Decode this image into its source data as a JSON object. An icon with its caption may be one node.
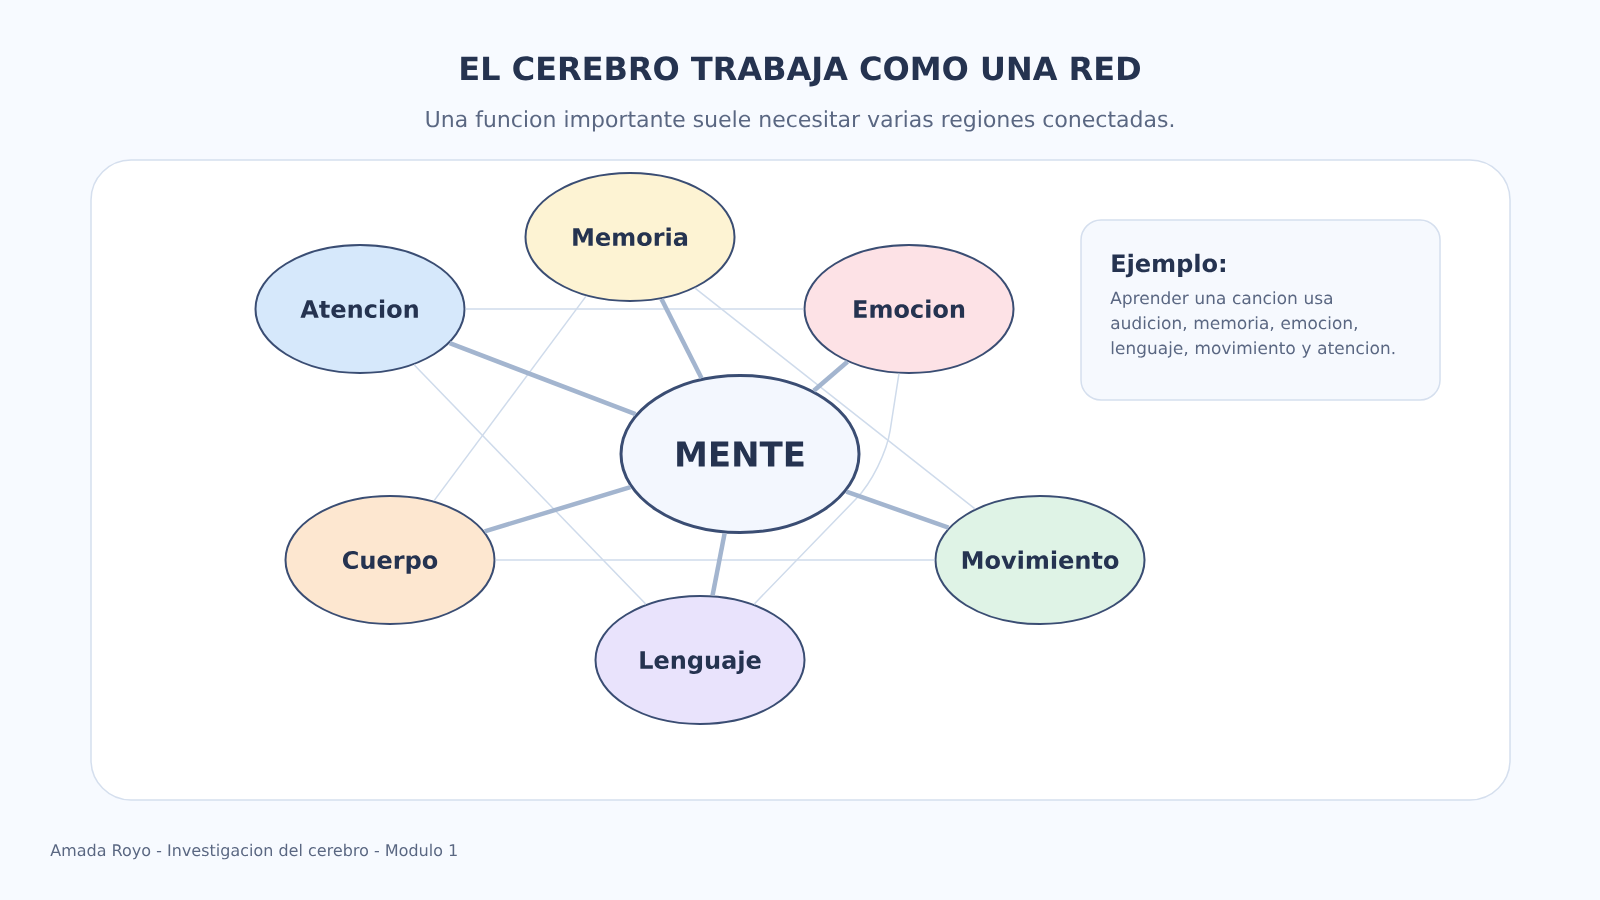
{
  "diagram": {
    "title": "EL CEREBRO TRABAJA COMO UNA RED",
    "nodes": [
      {
        "text": [
          "Atencion"
        ]
      },
      {
        "text": [
          "Memoria"
        ]
      },
      {
        "text": [
          "Emocion"
        ]
      },
      {
        "text": [
          "Ejemplo:",
          "Aprender una cancion usa audicion, memoria, emocion, lenguaje, movimiento y atencion."
        ]
      },
      {
        "text": [
          "MENTE"
        ]
      },
      {
        "text": [
          "Cuerpo"
        ]
      },
      {
        "text": [
          "Movimiento"
        ]
      },
      {
        "text": [
          "Lenguaje"
        ]
      }
    ],
    "edges": [
      {
        "from": 0,
        "to": 2,
        "arrow": "none"
      },
      {
        "from": 0,
        "to": 7,
        "arrow": "none"
      },
      {
        "from": 1,
        "to": 5,
        "arrow": "none"
      },
      {
        "from": 1,
        "to": 6,
        "arrow": "none"
      },
      {
        "from": 2,
        "to": 7,
        "arrow": "none"
      },
      {
        "from": 5,
        "to": 6,
        "arrow": "none"
      },
      {
        "from": 4,
        "to": 0,
        "arrow": "none",
        "style": "thick",
        "color": "#a3b5cf"
      },
      {
        "from": 4,
        "to": 1,
        "arrow": "none",
        "style": "thick",
        "color": "#a3b5cf"
      },
      {
        "from": 4,
        "to": 2,
        "arrow": "none",
        "style": "thick",
        "color": "#a3b5cf"
      },
      {
        "from": 4,
        "to": 5,
        "arrow": "none",
        "style": "thick",
        "color": "#a3b5cf"
      },
      {
        "from": 4,
        "to": 6,
        "arrow": "none",
        "style": "thick",
        "color": "#a3b5cf"
      },
      {
        "from": 4,
        "to": 7,
        "arrow": "none",
        "style": "thick",
        "color": "#a3b5cf"
      }
    ],
    "labels": [
      "Una funcion importante suele necesitar varias regiones conectadas.",
      "Amada Royo - Investigacion del cerebro - Modulo 1"
    ]
  }
}
